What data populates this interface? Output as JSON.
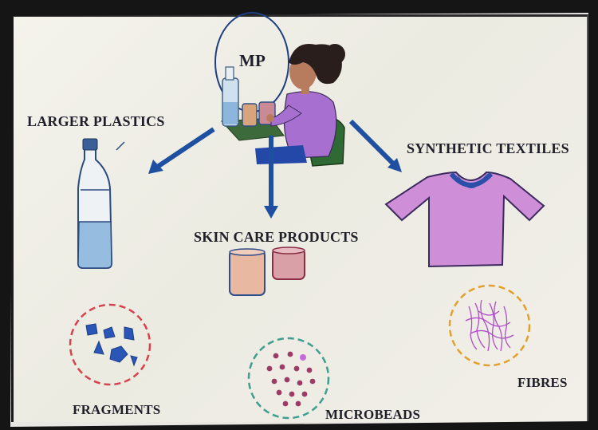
{
  "center_label": "MP",
  "sources": {
    "larger_plastics": "LARGER PLASTICS",
    "skin_care": "SKIN CARE PRODUCTS",
    "synthetic_textiles": "SYNTHETIC TEXTILES"
  },
  "types": {
    "fragments": "FRAGMENTS",
    "microbeads": "MICROBEADS",
    "fibres": "FIBRES"
  },
  "colors": {
    "arrow": "#1f4fa0",
    "shirt": "#cf8fd8",
    "fragments_circle": "#d8424e",
    "microbeads_circle": "#3f9e8e",
    "fibres_circle": "#e0a12e",
    "fragment_shapes": "#2a56b8",
    "bead": "#9c3b66"
  }
}
